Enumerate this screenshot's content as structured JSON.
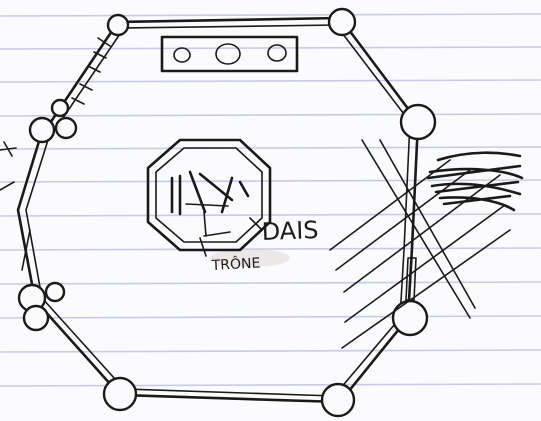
{
  "page": {
    "paper_color": "#fbfbfd",
    "rule_color": "#c8cbe6",
    "ink_color": "#1a1a1a"
  },
  "labels": {
    "dais": "DAIS",
    "throne": "TRÔNE"
  },
  "icons": {
    "hall_outline": "hexagon-outline",
    "pillar": "circle-pillar",
    "throne_dais": "octagon-dais",
    "scribble": "hatched-shading"
  }
}
